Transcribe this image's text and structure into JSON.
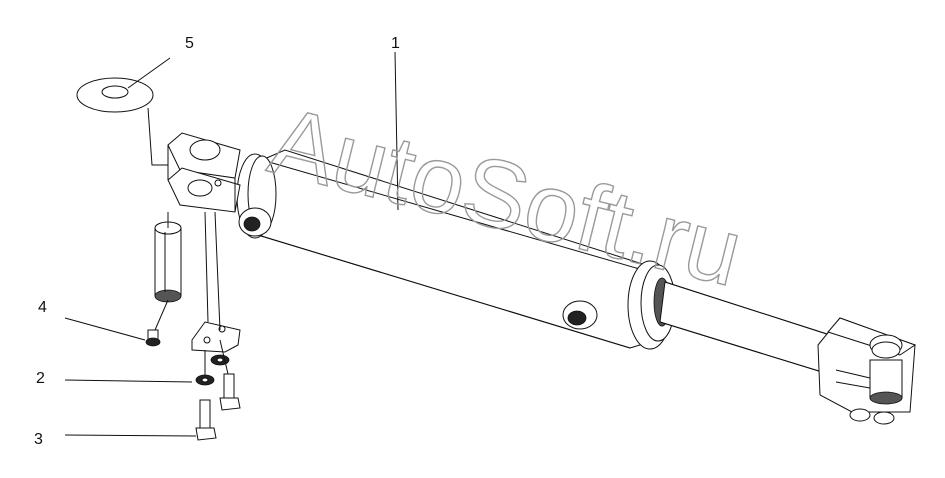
{
  "callouts": [
    {
      "label": "1"
    },
    {
      "label": "2"
    },
    {
      "label": "3"
    },
    {
      "label": "4"
    },
    {
      "label": "5"
    }
  ],
  "watermark": "AutoSoft.ru",
  "colors": {
    "line": "#111111",
    "watermark": "#9a9a9a",
    "background": "#ffffff"
  }
}
